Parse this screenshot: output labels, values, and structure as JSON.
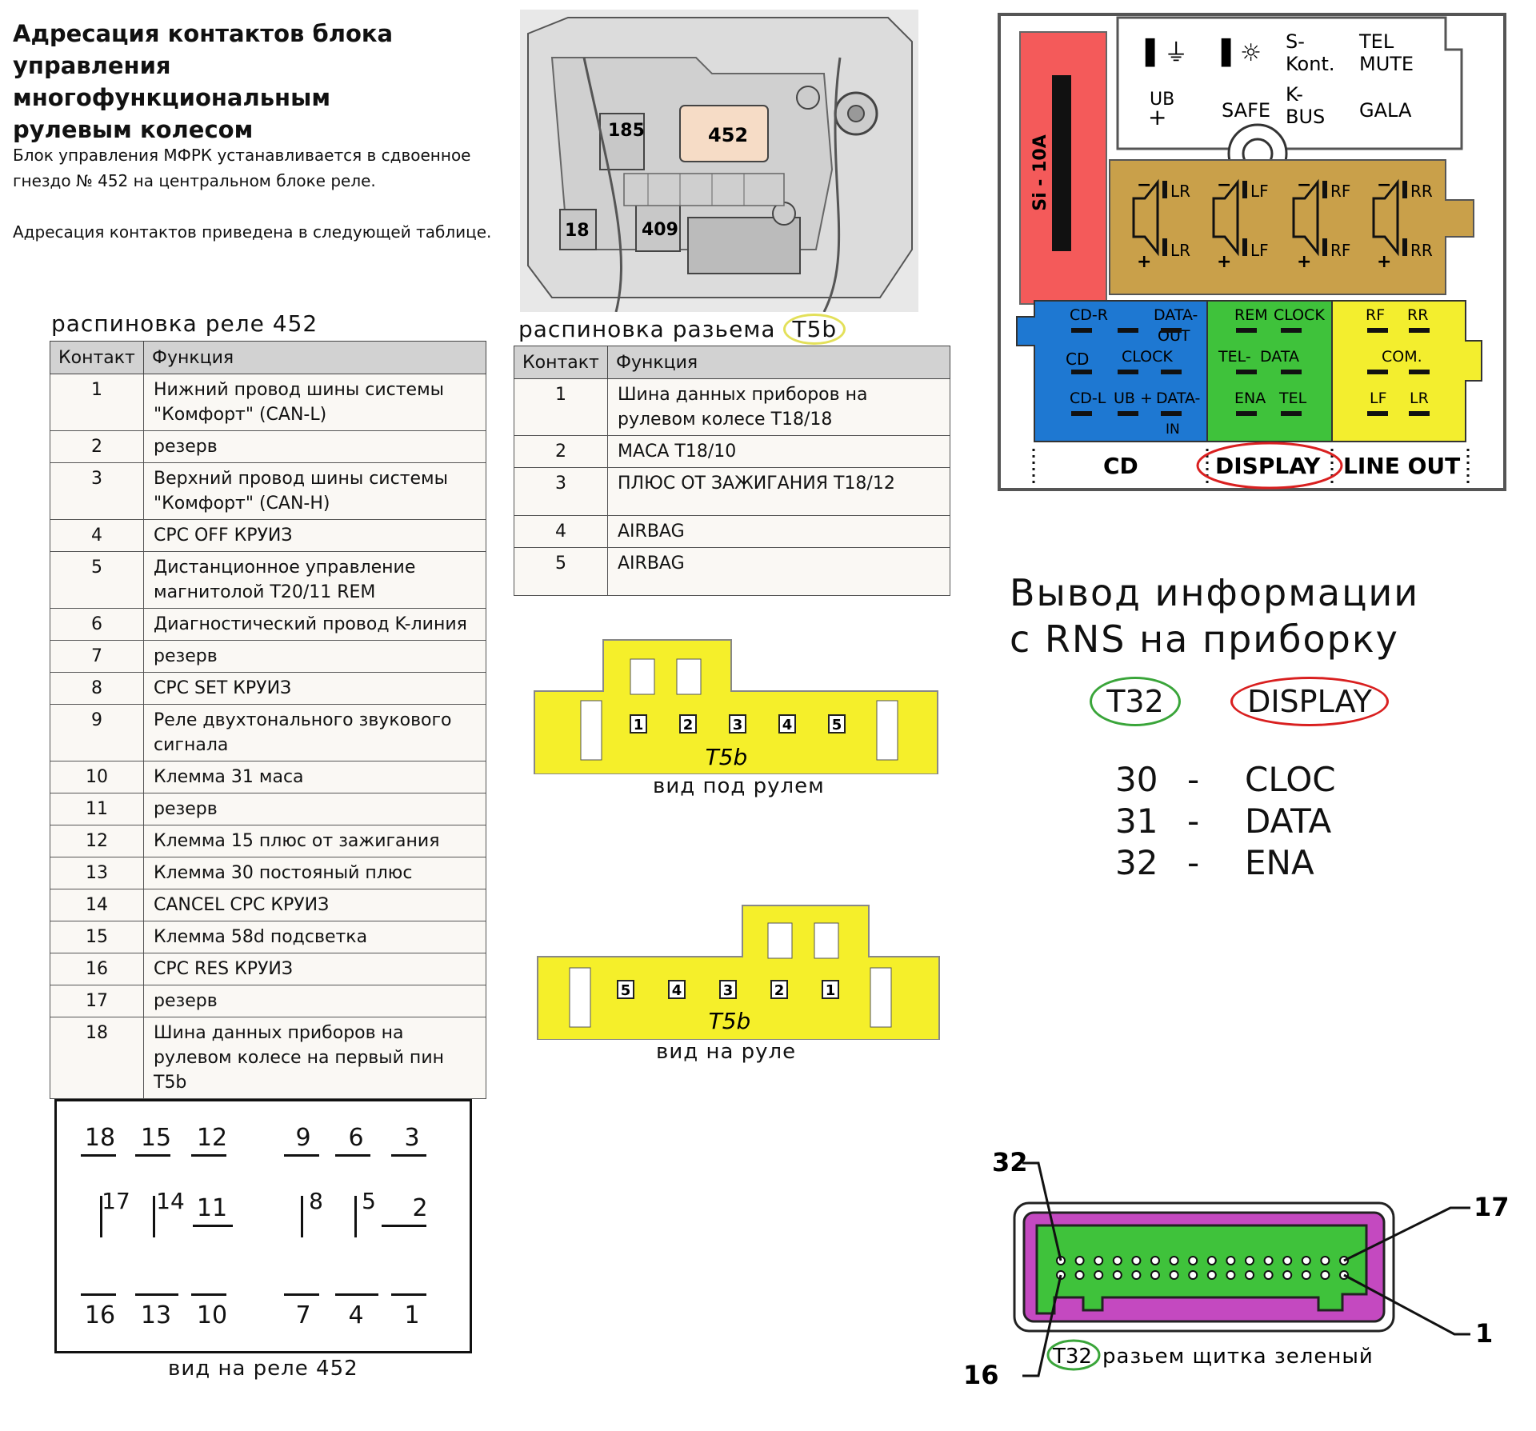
{
  "header": {
    "title_lines": [
      "Адресация контактов блока",
      "управления многофункциональным",
      "рулевым колесом"
    ],
    "intro_1": "Блок управления МФРК устанавливается в сдвоенное гнездо № 452 на центральном блоке реле.",
    "intro_2": "Адресация контактов приведена в следующей таблице."
  },
  "fusebox": {
    "labels": [
      "185",
      "452",
      "18",
      "409"
    ]
  },
  "relay_table": {
    "caption": "распиновка реле 452",
    "headers": [
      "Контакт",
      "Функция"
    ],
    "rows": [
      {
        "n": "1",
        "f": "Нижний провод шины системы \"Комфорт\" (CAN-L)"
      },
      {
        "n": "2",
        "f": "резерв"
      },
      {
        "n": "3",
        "f": "Верхний провод шины системы \"Комфорт\" (CAN-H)"
      },
      {
        "n": "4",
        "f": "CPC OFF  КРУИЗ"
      },
      {
        "n": "5",
        "f": "Дистанционное управление магнитолой  T20/11 REM"
      },
      {
        "n": "6",
        "f": "Диагностический провод K-линия"
      },
      {
        "n": "7",
        "f": "резерв"
      },
      {
        "n": "8",
        "f": "CPC SET  КРУИЗ"
      },
      {
        "n": "9",
        "f": "Реле двухтонального звукового сигнала"
      },
      {
        "n": "10",
        "f": "Клемма 31 маса"
      },
      {
        "n": "11",
        "f": "резерв"
      },
      {
        "n": "12",
        "f": "Клемма 15 плюс от зажигания"
      },
      {
        "n": "13",
        "f": "Клемма 30 постояный плюс"
      },
      {
        "n": "14",
        "f": "CANCEL CPC   КРУИЗ"
      },
      {
        "n": "15",
        "f": "Клемма 58d  подсветка"
      },
      {
        "n": "16",
        "f": "CPC RES  КРУИЗ"
      },
      {
        "n": "17",
        "f": "резерв"
      },
      {
        "n": "18",
        "f": "Шина данных приборов на рулевом колесе  на первый пин T5b"
      }
    ]
  },
  "relay_view": {
    "caption": "вид на реле 452",
    "top": [
      "18",
      "15",
      "12",
      "9",
      "6",
      "3"
    ],
    "middle": [
      "17",
      "14",
      "11",
      "8",
      "5",
      "2"
    ],
    "bottom": [
      "16",
      "13",
      "10",
      "7",
      "4",
      "1"
    ]
  },
  "t5b_table": {
    "caption_prefix": "распиновка разьема",
    "caption_highlight": "T5b",
    "headers": [
      "Контакт",
      "Функция"
    ],
    "rows": [
      {
        "n": "1",
        "f": "Шина данных приборов на рулевом колесе    T18/18"
      },
      {
        "n": "2",
        "f": "МАСА   T18/10"
      },
      {
        "n": "3",
        "f": "ПЛЮС ОТ ЗАЖИГАНИЯ T18/12"
      },
      {
        "n": "4",
        "f": "AIRBAG"
      },
      {
        "n": "5",
        "f": "AIRBAG"
      }
    ]
  },
  "t5b_views": {
    "name": "T5b",
    "under_wheel": "вид под рулем",
    "on_wheel": "вид на руле",
    "pins_under": [
      "1",
      "2",
      "3",
      "4",
      "5"
    ],
    "pins_on": [
      "5",
      "4",
      "3",
      "2",
      "1"
    ]
  },
  "iso": {
    "fuse": "Si - 10A",
    "power_labels": [
      "S-",
      "Kont.",
      "TEL",
      "MUTE",
      "UB",
      "SAFE",
      "K-",
      "BUS",
      "GALA"
    ],
    "speakers": [
      "LR",
      "LF",
      "RF",
      "RR"
    ],
    "cd_labels": [
      "CD-R",
      "DATA-",
      "OUT",
      "CD",
      "CLOCK",
      "CD-L",
      "UB +",
      "DATA-",
      "IN"
    ],
    "display_labels": [
      "REM",
      "CLOCK",
      "TEL-",
      "DATA",
      "ENA",
      "TEL"
    ],
    "lineout_labels": [
      "RF",
      "RR",
      "COM.",
      "LF",
      "LR"
    ],
    "group_cd": "CD",
    "group_display": "DISPLAY",
    "group_lineout": "LINE OUT"
  },
  "rns": {
    "title_1": "Вывод информации",
    "title_2": "с RNS на приборку",
    "tag_t32": "T32",
    "tag_display": "DISPLAY",
    "map": [
      {
        "pin": "30",
        "dash": "-",
        "sig": "CLOC"
      },
      {
        "pin": "31",
        "dash": "-",
        "sig": "DATA"
      },
      {
        "pin": "32",
        "dash": "-",
        "sig": "ENA"
      }
    ]
  },
  "t32": {
    "pin_32": "32",
    "pin_17": "17",
    "pin_1": "1",
    "pin_16": "16",
    "caption_tag": "T32",
    "caption": "разьем щитка зеленый"
  },
  "colors": {
    "yellow": "#f5ef2a",
    "blue": "#1e78d2",
    "green": "#3fc23b",
    "iso_yellow": "#f3ee2e",
    "brown": "#c9a04a",
    "red_fuse": "#f45a5a",
    "magenta": "#c449c0",
    "oval_red": "#d92020",
    "oval_green": "#3aa53a"
  }
}
